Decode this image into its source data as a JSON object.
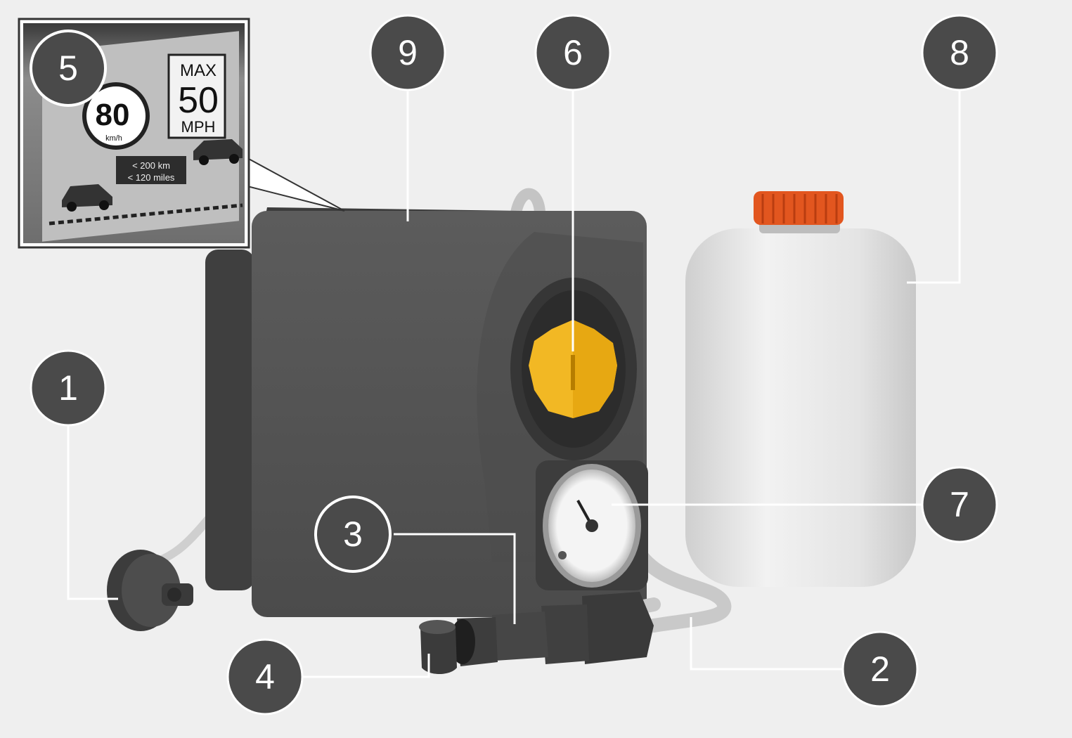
{
  "callouts": [
    {
      "id": "1",
      "label": "1"
    },
    {
      "id": "2",
      "label": "2"
    },
    {
      "id": "3",
      "label": "3"
    },
    {
      "id": "4",
      "label": "4"
    },
    {
      "id": "5",
      "label": "5"
    },
    {
      "id": "6",
      "label": "6"
    },
    {
      "id": "7",
      "label": "7"
    },
    {
      "id": "8",
      "label": "8"
    },
    {
      "id": "9",
      "label": "9"
    }
  ],
  "inset_display": {
    "speed_sign_value": "80",
    "speed_sign_unit": "km/h",
    "max_label": "MAX",
    "max_value": "50",
    "max_unit": "MPH",
    "range_km": "< 200 km",
    "range_miles": "< 120 miles"
  },
  "colors": {
    "background": "#efefef",
    "callout_fill": "#4a4a4a",
    "compressor_body": "#555555",
    "cap_yellow": "#f2b824",
    "bottle_cap_orange": "#e2561f",
    "bottle_body": "#e6e6e6"
  }
}
